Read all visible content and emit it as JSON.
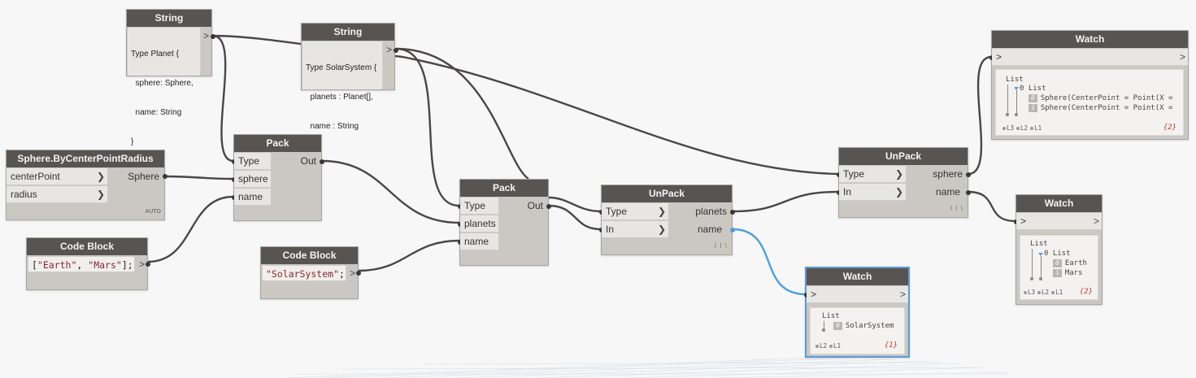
{
  "colors": {
    "canvas": "#f7f7f7",
    "node_header": "#585452",
    "node_body": "#cbc8c4",
    "wire": "#4a4746",
    "selected_wire": "#4d9ee0",
    "selection_border": "#5a9bd8",
    "watch_count": "#c0392b"
  },
  "nodes": {
    "string_planet": {
      "title": "String",
      "lines": [
        "Type Planet {",
        "  sphere: Sphere,",
        "  name: String",
        "}"
      ],
      "out_chevron": ">"
    },
    "string_solarsystem": {
      "title": "String",
      "lines": [
        "Type SolarSystem {",
        "  planets : Planet[],",
        "  name : String",
        "}"
      ],
      "out_chevron": ">"
    },
    "sphere_by_center": {
      "title": "Sphere.ByCenterPointRadius",
      "inputs": [
        "centerPoint",
        "radius"
      ],
      "output": "Sphere",
      "lacing": "AUTO"
    },
    "pack1": {
      "title": "Pack",
      "inputs": [
        "Type",
        "sphere",
        "name"
      ],
      "output": "Out"
    },
    "codeblock1": {
      "title": "Code Block",
      "code_prefix": "[",
      "code_str1": "\"Earth\"",
      "code_sep": ", ",
      "code_str2": "\"Mars\"",
      "code_suffix": "];",
      "out_chevron": ">"
    },
    "codeblock2": {
      "title": "Code Block",
      "code_str": "\"SolarSystem\"",
      "code_suffix": ";",
      "out_chevron": ">"
    },
    "pack2": {
      "title": "Pack",
      "inputs": [
        "Type",
        "planets",
        "name"
      ],
      "output": "Out"
    },
    "unpack1": {
      "title": "UnPack",
      "inputs": [
        "Type",
        "In"
      ],
      "outputs": [
        "planets",
        "name"
      ],
      "lacing": "I I \\"
    },
    "unpack2": {
      "title": "UnPack",
      "inputs": [
        "Type",
        "In"
      ],
      "outputs": [
        "sphere",
        "name"
      ],
      "lacing": "I I \\"
    },
    "watch_spheres": {
      "title": "Watch",
      "in_chevron": ">",
      "out_chevron": ">",
      "root": "List",
      "sub": "0 List",
      "items": [
        {
          "index": "0",
          "value": "Sphere(CenterPoint = Point(X ="
        },
        {
          "index": "1",
          "value": "Sphere(CenterPoint = Point(X ="
        }
      ],
      "levels": [
        "L3",
        "L2",
        "L1"
      ],
      "count": "{2}"
    },
    "watch_names": {
      "title": "Watch",
      "in_chevron": ">",
      "out_chevron": ">",
      "root": "List",
      "sub": "0 List",
      "items": [
        {
          "index": "0",
          "value": "Earth"
        },
        {
          "index": "1",
          "value": "Mars"
        }
      ],
      "levels": [
        "L3",
        "L2",
        "L1"
      ],
      "count": "{2}"
    },
    "watch_solar": {
      "title": "Watch",
      "in_chevron": ">",
      "out_chevron": ">",
      "root": "List",
      "items": [
        {
          "index": "0",
          "value": "SolarSystem"
        }
      ],
      "levels": [
        "L2",
        "L1"
      ],
      "count": "{1}"
    }
  }
}
